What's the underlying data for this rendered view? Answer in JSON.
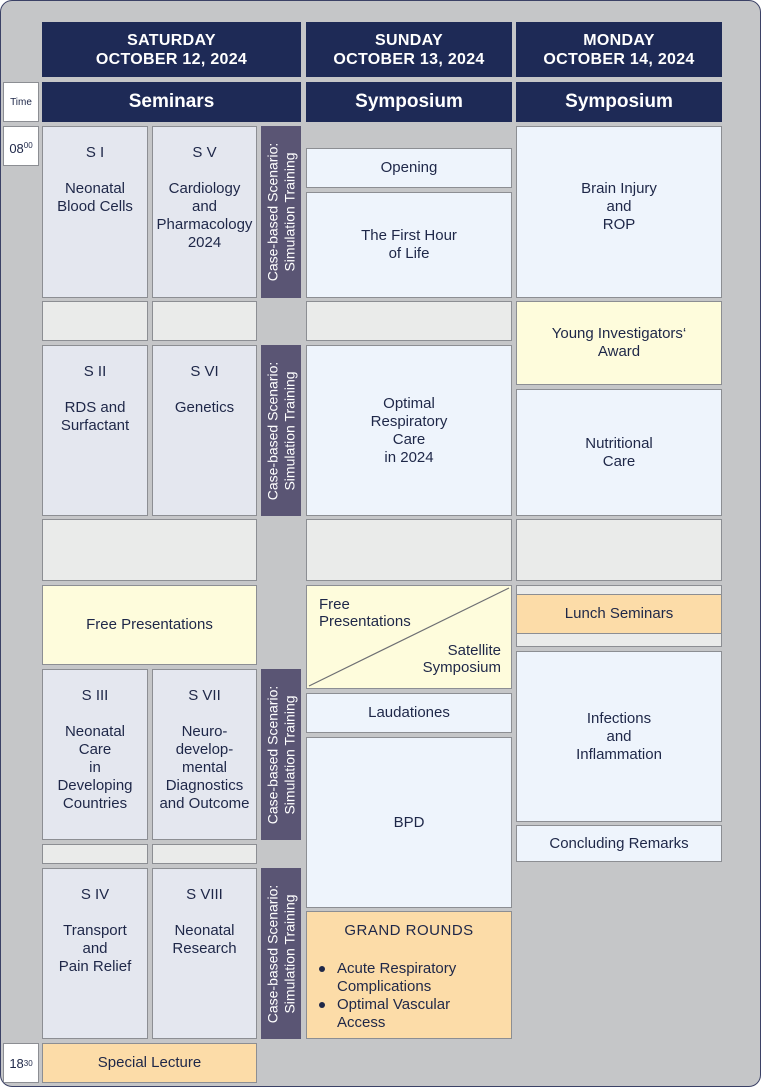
{
  "headers": {
    "saturday": {
      "day": "SATURDAY",
      "date": "OCTOBER 12, 2024",
      "sub": "Seminars"
    },
    "sunday": {
      "day": "SUNDAY",
      "date": "OCTOBER 13, 2024",
      "sub": "Symposium"
    },
    "monday": {
      "day": "MONDAY",
      "date": "OCTOBER 14, 2024",
      "sub": "Symposium"
    }
  },
  "time": {
    "label": "Time",
    "start_hour": "08",
    "start_min": "00",
    "end_hour": "18",
    "end_min": "30"
  },
  "sim_training": {
    "line1": "Case-based Scenario:",
    "line2": "Simulation Training"
  },
  "saturday": {
    "s1": {
      "code": "S I",
      "lines": [
        "Neonatal",
        "Blood Cells"
      ]
    },
    "s5": {
      "code": "S V",
      "lines": [
        "Cardiology",
        "and",
        "Pharmacology",
        "2024"
      ]
    },
    "s2": {
      "code": "S II",
      "lines": [
        "RDS and",
        "Surfactant"
      ]
    },
    "s6": {
      "code": "S VI",
      "lines": [
        "Genetics"
      ]
    },
    "free_presentations": "Free Presentations",
    "s3": {
      "code": "S III",
      "lines": [
        "Neonatal",
        "Care",
        "in",
        "Developing",
        "Countries"
      ]
    },
    "s7": {
      "code": "S VII",
      "lines": [
        "Neuro-",
        "develop-",
        "mental",
        "Diagnostics",
        "and Outcome"
      ]
    },
    "s4": {
      "code": "S IV",
      "lines": [
        "Transport",
        "and",
        "Pain Relief"
      ]
    },
    "s8": {
      "code": "S VIII",
      "lines": [
        "Neonatal",
        "Research"
      ]
    },
    "special_lecture": "Special Lecture"
  },
  "sunday": {
    "opening": "Opening",
    "first_hour": [
      "The First Hour",
      "of Life"
    ],
    "respiratory": [
      "Optimal",
      "Respiratory",
      "Care",
      "in 2024"
    ],
    "free_presentations": [
      "Free",
      "Presentations"
    ],
    "satellite": [
      "Satellite",
      "Symposium"
    ],
    "laudationes": "Laudationes",
    "bpd": "BPD",
    "grand_rounds": {
      "title": "GRAND ROUNDS",
      "items": [
        [
          "Acute Respiratory",
          "Complications"
        ],
        [
          "Optimal Vascular",
          "Access"
        ]
      ]
    }
  },
  "monday": {
    "brain": [
      "Brain Injury",
      "and",
      "ROP"
    ],
    "young": [
      "Young Investigators‘",
      "Award"
    ],
    "nutritional": [
      "Nutritional",
      "Care"
    ],
    "lunch": "Lunch Seminars",
    "infections": [
      "Infections",
      "and",
      "Inflammation"
    ],
    "concluding": "Concluding Remarks"
  },
  "colors": {
    "header": "#1e2a56",
    "sim_training": "#5a5574",
    "seminar": "#e4e7ef",
    "symposium": "#eef4fc",
    "break": "#eaebea",
    "yellow": "#fefcdc",
    "orange": "#fcdca8",
    "background": "#c5c6c8"
  }
}
